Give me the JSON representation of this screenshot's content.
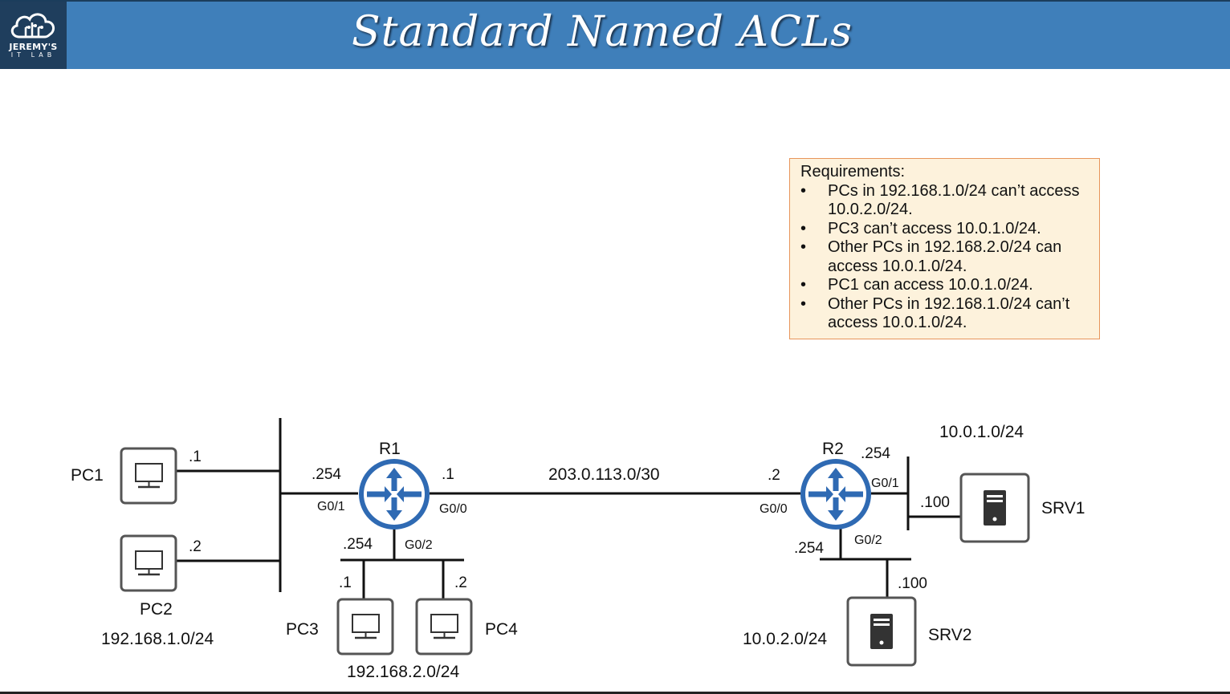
{
  "header": {
    "title": "Standard Named ACLs",
    "logo_line1": "JEREMY'S",
    "logo_line2": "IT LAB"
  },
  "requirements": {
    "heading": "Requirements:",
    "items": [
      "PCs in 192.168.1.0/24 can’t access 10.0.2.0/24.",
      "PC3 can’t access 10.0.1.0/24.",
      "Other PCs in 192.168.2.0/24 can access 10.0.1.0/24.",
      "PC1 can access 10.0.1.0/24.",
      "Other PCs in 192.168.1.0/24 can’t access 10.0.1.0/24."
    ]
  },
  "diagram": {
    "pc1": {
      "name": "PC1",
      "addr": ".1"
    },
    "pc2": {
      "name": "PC2",
      "addr": ".2"
    },
    "pc3": {
      "name": "PC3",
      "addr": ".1"
    },
    "pc4": {
      "name": "PC4",
      "addr": ".2"
    },
    "net_lan1": "192.168.1.0/24",
    "net_lan2": "192.168.2.0/24",
    "net_wan": "203.0.113.0/30",
    "net_srv1": "10.0.1.0/24",
    "net_srv2": "10.0.2.0/24",
    "r1": {
      "name": "R1",
      "g01_addr": ".254",
      "g01": "G0/1",
      "g00_addr": ".1",
      "g00": "G0/0",
      "g02_addr": ".254",
      "g02": "G0/2"
    },
    "r2": {
      "name": "R2",
      "g00_addr": ".2",
      "g00": "G0/0",
      "g01_addr": ".254",
      "g01": "G0/1",
      "g02_addr": ".254",
      "g02": "G0/2"
    },
    "srv1": {
      "name": "SRV1",
      "addr": ".100"
    },
    "srv2": {
      "name": "SRV2",
      "addr": ".100"
    }
  },
  "colors": {
    "header": "#3f7fba",
    "logo_bg": "#1f3e5d",
    "router": "#2f6ab3",
    "box_bg": "#fdf2dc",
    "box_border": "#e8955a"
  }
}
